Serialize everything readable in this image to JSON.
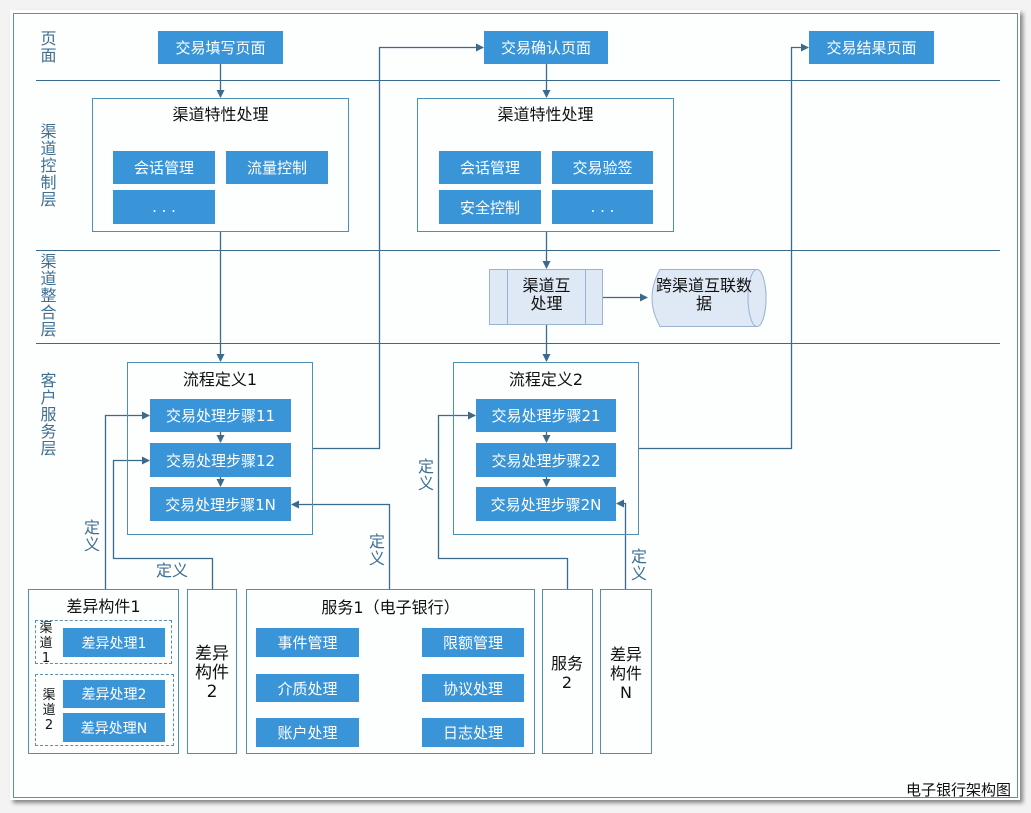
{
  "diagram": {
    "caption": "电子银行架构图",
    "colors": {
      "box_fill": "#3a95d8",
      "connector": "#3a6a8c",
      "frame_border": "#4d8fb5",
      "layer_label": "#3f6f91",
      "integration_fill": "#dfe8f5"
    }
  },
  "layers": [
    {
      "label": "页面"
    },
    {
      "label": "渠道控制层"
    },
    {
      "label": "渠道整合层"
    },
    {
      "label": "客户服务层"
    }
  ],
  "pages": [
    {
      "label": "交易填写页面"
    },
    {
      "label": "交易确认页面"
    },
    {
      "label": "交易结果页面"
    }
  ],
  "channel_control": [
    {
      "title": "渠道特性处理",
      "items": [
        "会话管理",
        "流量控制",
        ". . ."
      ]
    },
    {
      "title": "渠道特性处理",
      "items": [
        "会话管理",
        "交易验签",
        "安全控制",
        ". . ."
      ]
    }
  ],
  "channel_integration": {
    "process": "渠道互处理",
    "datastore": "跨渠道互联数据"
  },
  "flows": [
    {
      "title": "流程定义1",
      "steps": [
        "交易处理步骤11",
        "交易处理步骤12",
        "交易处理步骤1N"
      ]
    },
    {
      "title": "流程定义2",
      "steps": [
        "交易处理步骤21",
        "交易处理步骤22",
        "交易处理步骤2N"
      ]
    }
  ],
  "connector_labels": [
    "定义",
    "定义",
    "定义",
    "定义",
    "定义"
  ],
  "components": {
    "diff_component_1": {
      "title": "差异构件1",
      "channels": [
        {
          "label": "渠道1",
          "items": [
            "差异处理1"
          ]
        },
        {
          "label": "渠道2",
          "items": [
            "差异处理2",
            "差异处理N"
          ]
        }
      ]
    },
    "diff_component_2": {
      "label": "差异构件2"
    },
    "service_1": {
      "title": "服务1（电子银行）",
      "items": [
        "事件管理",
        "限额管理",
        "介质处理",
        "协议处理",
        "账户处理",
        "日志处理"
      ]
    },
    "service_2": {
      "label": "服务2"
    },
    "diff_component_n": {
      "label": "差异构件N"
    }
  }
}
